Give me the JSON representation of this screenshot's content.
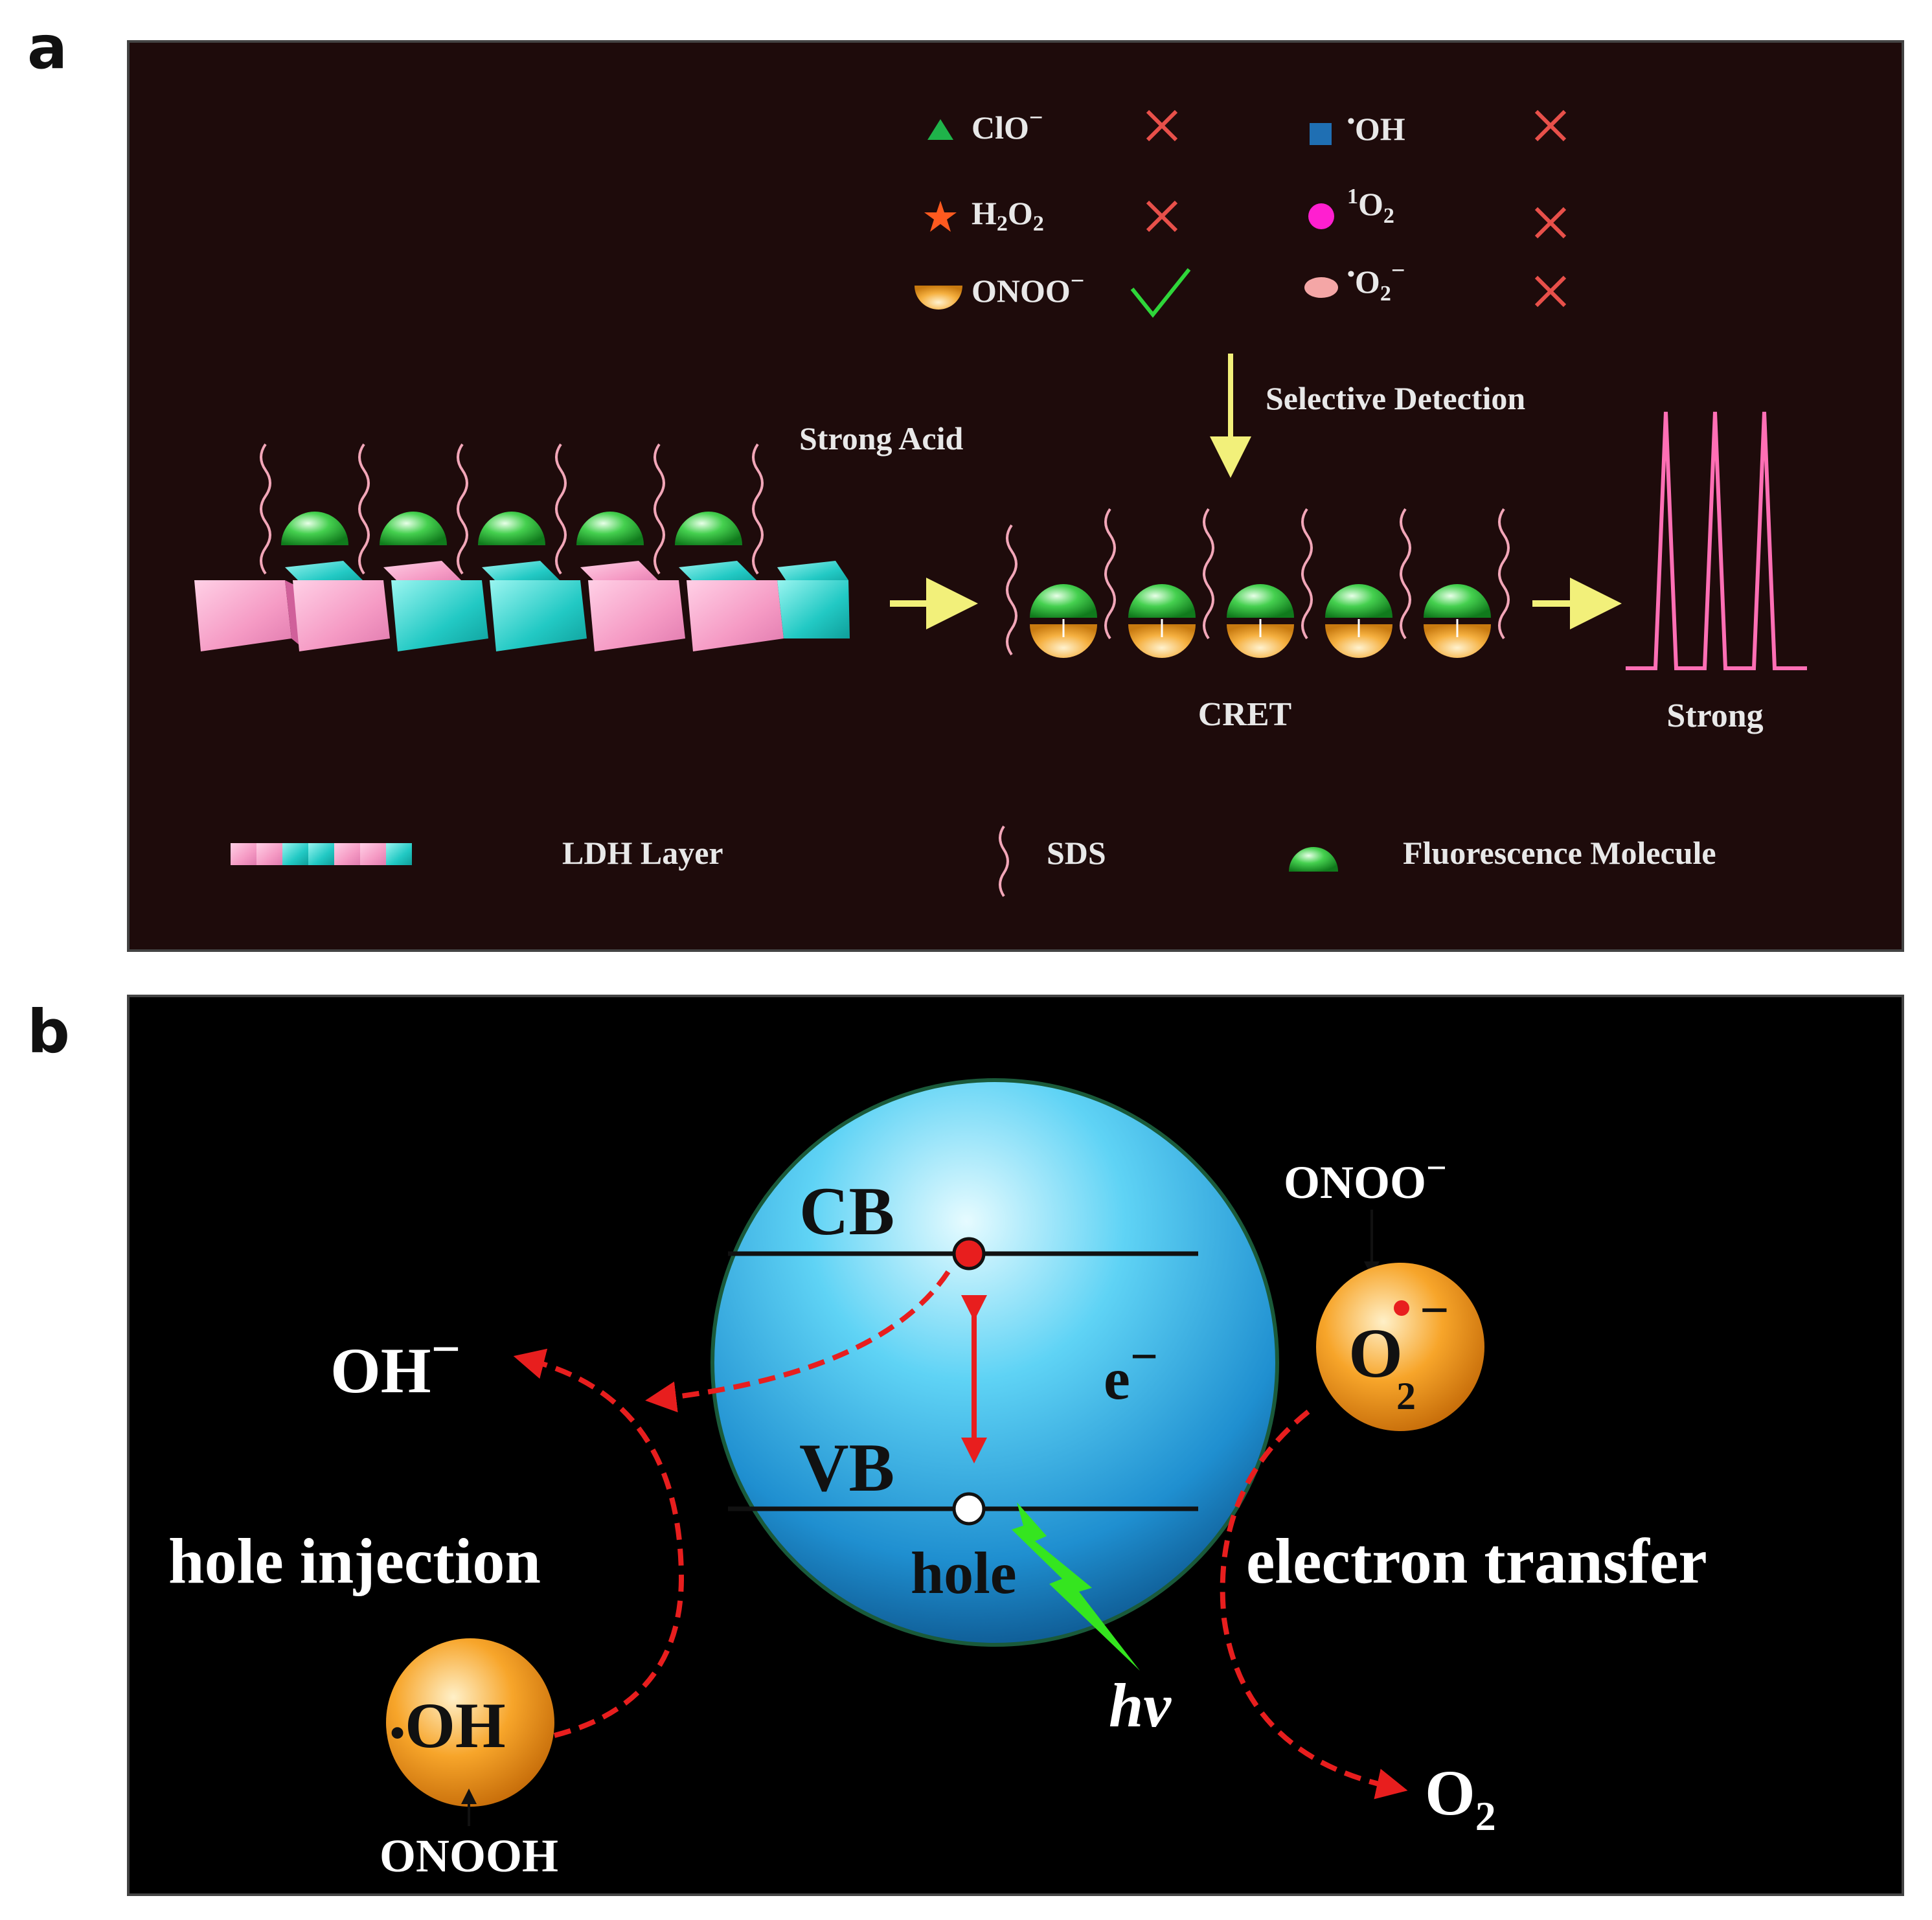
{
  "panel_a": {
    "letter": "a",
    "species": [
      {
        "label": "ClO",
        "sup": "−",
        "mark": "cross",
        "icon": "triangle-icon",
        "color": "#1fb34a"
      },
      {
        "label": "H2O2",
        "sup": "",
        "mark": "cross",
        "icon": "star-icon",
        "color": "#ff5a1f"
      },
      {
        "label": "ONOO",
        "sup": "−",
        "mark": "check",
        "icon": "half-bowl-icon",
        "color": "#f5a623"
      },
      {
        "label": "OH",
        "sup": "•",
        "mark": "cross",
        "icon": "square-icon",
        "color": "#1f6fb3"
      },
      {
        "label": "O2",
        "sup": "1",
        "mark": "cross",
        "icon": "circle-icon",
        "color": "#ff1fd0"
      },
      {
        "label": "O2",
        "sup": "•",
        "mark": "cross",
        "icon": "ellipse-icon",
        "color": "#f4a6a6"
      }
    ],
    "species_text": {
      "clo": "ClO",
      "clo_sup": "−",
      "h2o2_h": "H",
      "h2o2_2a": "2",
      "h2o2_o": "O",
      "h2o2_2b": "2",
      "onoo": "ONOO",
      "onoo_sup": "−",
      "oh_dot": "•",
      "oh": "OH",
      "singlet_sup": "1",
      "singlet_o": "O",
      "singlet_sub": "2",
      "superoxide_dot": "•",
      "superoxide_o": "O",
      "superoxide_sub": "2",
      "superoxide_sup": "−"
    },
    "labels": {
      "strong_acid": "Strong Acid",
      "selective_detection": "Selective Detection",
      "cret": "CRET",
      "strong": "Strong"
    },
    "legend": {
      "ldh": "LDH Layer",
      "sds": "SDS",
      "fluor": "Fluorescence Molecule"
    },
    "colors": {
      "background": "#1e0b0b",
      "arrow": "#f2f07a",
      "cross": "#e8504a",
      "check": "#2fd63a",
      "pink_block": "#f59ac4",
      "teal_block": "#22c9c4",
      "green_dome": "#2fbf3a",
      "orange_bowl": "#f5a623",
      "peak": "#ff6fb5",
      "text": "#e8e8e8"
    }
  },
  "panel_b": {
    "letter": "b",
    "cb": "CB",
    "vb": "VB",
    "e_minus": "e",
    "e_minus_sup": "−",
    "hole": "hole",
    "oh_minus": "OH",
    "oh_minus_sup": "−",
    "hole_injection": "hole injection",
    "electron_transfer": "electron transfer",
    "radical_oh": "OH",
    "radical_oh_dot": "•",
    "onooh": "ONOOH",
    "onoo_top": "ONOO",
    "onoo_top_sup": "−",
    "superoxide_o": "O",
    "superoxide_sub": "2",
    "superoxide_sup": "−",
    "o2": "O",
    "o2_sub": "2",
    "hv": "hν",
    "colors": {
      "background": "#000000",
      "sphere": "#2fb6e8",
      "dashed_arrow": "#e81e1e",
      "orange_circle": "#f5a020",
      "lightning": "#35e51f"
    }
  }
}
